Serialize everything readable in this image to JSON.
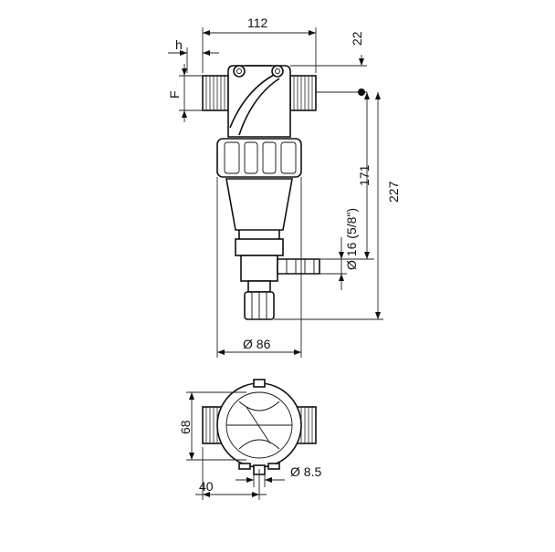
{
  "dimensions": {
    "overall_width": "112",
    "h": "h",
    "F": "F",
    "top_offset": "22",
    "height_171": "171",
    "height_227": "227",
    "hose_diameter": "Ø 16 (5/8\")",
    "body_diameter": "Ø 86",
    "bottom_height": "68",
    "bottom_offset": "40",
    "bottom_hose": "Ø 8.5"
  }
}
